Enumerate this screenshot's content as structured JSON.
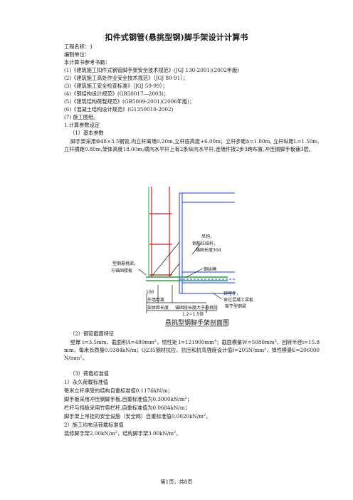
{
  "doc": {
    "title": "扣件式钢管(悬挑型钢)脚手架设计计算书",
    "project_name": "工程名称：1",
    "unit": "编制单位：",
    "ref_heading": "本计算书参考书籍：",
    "refs": [
      "(1)《建筑施工扣件式钢管脚手架安全技术规范》(JGJ 130-2001)(2002年版)",
      "(2)《建筑施工高处作业安全技术规范》（JGJ 80-91）；",
      "(3)《建筑施工安全检查标准》（JGJ 59-99）；",
      "(4)《钢结构设计规范》(GB50017—2003)；",
      "(5)《建筑结构荷载规范》(GB5009-2001)(2006年版)；",
      "(6)《混凝土结构设计规范》(G1350010-2002)",
      "(7) 施工图纸。"
    ],
    "sec1": "1.计算参数设定",
    "sec1_1": "（1）基本参数",
    "para1": "脚手架采用Φ48×3.5钢管,内立杆离墙0.20m,立杆底高度+6.00m；立杆步距h=1.80m, 立杆纵距L=1.50m, 立杆横距0.80m,架体高度18.00m;横向水平杆上有2条纵向水平杆,连墙件按2步3跨布置,冲压钢脚手板铺3层。",
    "sec1_2": "（2）钢管截面特征",
    "para2_a": "壁厚 t=3.5mm，截面积A=489mm",
    "para2_b": "，惯性矩 I=121900mm",
    "para2_c": "；截面模量W=5080mm",
    "para2_d": "，回转半径i=15.8mm，每米长质量0.0384kN/m；Q235钢材抗拉、抗压和抗弯强度设计值f=205N/mm",
    "para2_e": "，弹性模量E=206000N/mm",
    "para2_f": "。",
    "sup2": "2",
    "sup4": "4",
    "sup3": "3",
    "sec1_3": "（3）荷载标准值",
    "sub1": "1）永久荷载标准值",
    "l1": "每米立杆承受的结构自重标准值0.1176kN/m；",
    "l2": "脚手板采用冲压钢脚手板,自重标准值为0.3000kN/m",
    "l2_end": "；",
    "l3": "栏杆与挡板采用竹笆栏杆,自重标准值为0.0684kN/m；",
    "l4": "脚手架上吊挂的安全设施（安全网）自重标准值0.0020kN/m",
    "l4_end": "。",
    "sub2": "2）施工均布活荷载标准值",
    "l5": "装修脚手架2.00kN/m",
    "l5_mid": "，结构脚手架3.00kN/m",
    "l5_end": "。",
    "footer": "第1页，共8页"
  },
  "diagram": {
    "label_hook": "吊钩，",
    "label_hook2": "钢筋拉结杆，",
    "label_hook3": "锚固长度30d",
    "label_steel1": "型钢悬挑梁，",
    "label_steel2": "与锚固楼板",
    "label_tie": "钢丝绳",
    "label_pre1": "预埋件，",
    "label_pre2": "穿过混凝土梁板",
    "label_pre3": "架于型钢梁",
    "dim_100": "100",
    "dim_wall": "外墙距离",
    "dim_width": "架体距长度",
    "dim_anchor": "锚固段长度大于悬挑段",
    "dim_range": "1.2~1.5倍",
    "caption": "悬挑型钢脚手架剖面图",
    "colors": {
      "structure": "#1e3cf0",
      "pipe": "#e01818",
      "beam": "#1fa83a",
      "ink": "#111111"
    }
  }
}
